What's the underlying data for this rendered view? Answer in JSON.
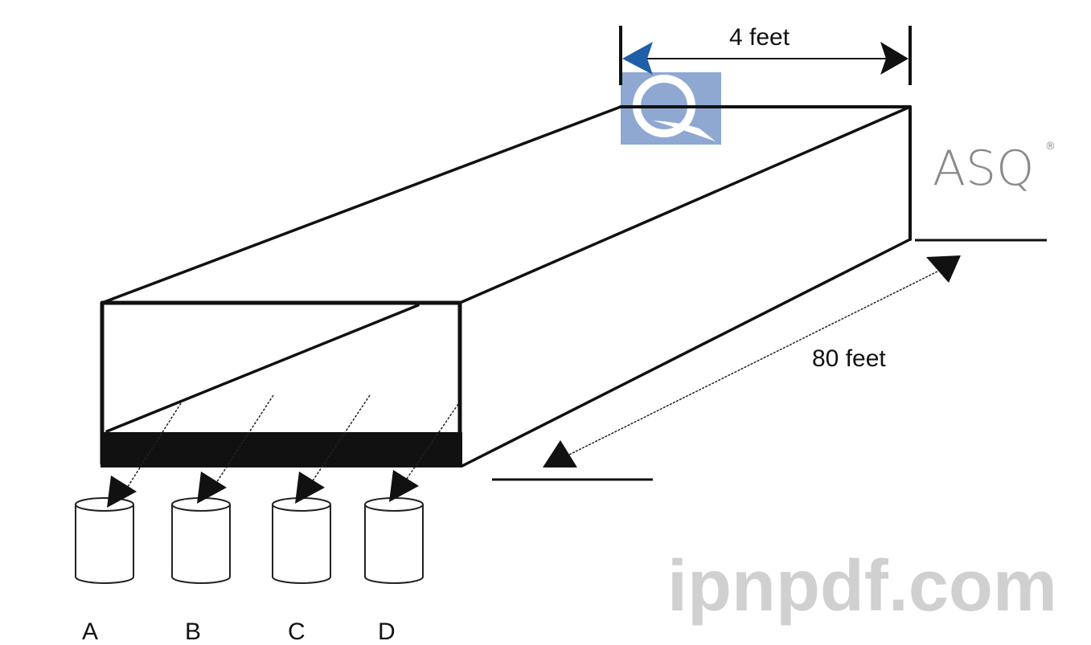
{
  "diagram": {
    "dimensions": {
      "width_label": "4 feet",
      "length_label": "80 feet"
    },
    "bins": [
      {
        "label": "A"
      },
      {
        "label": "B"
      },
      {
        "label": "C"
      },
      {
        "label": "D"
      }
    ]
  },
  "watermark": {
    "logo_text": "ASQ",
    "registered_mark": "®",
    "site_text": "ipnpdf.com",
    "logo_color": "#8ea8d2",
    "logo_dark_color": "#1f5fa8"
  }
}
